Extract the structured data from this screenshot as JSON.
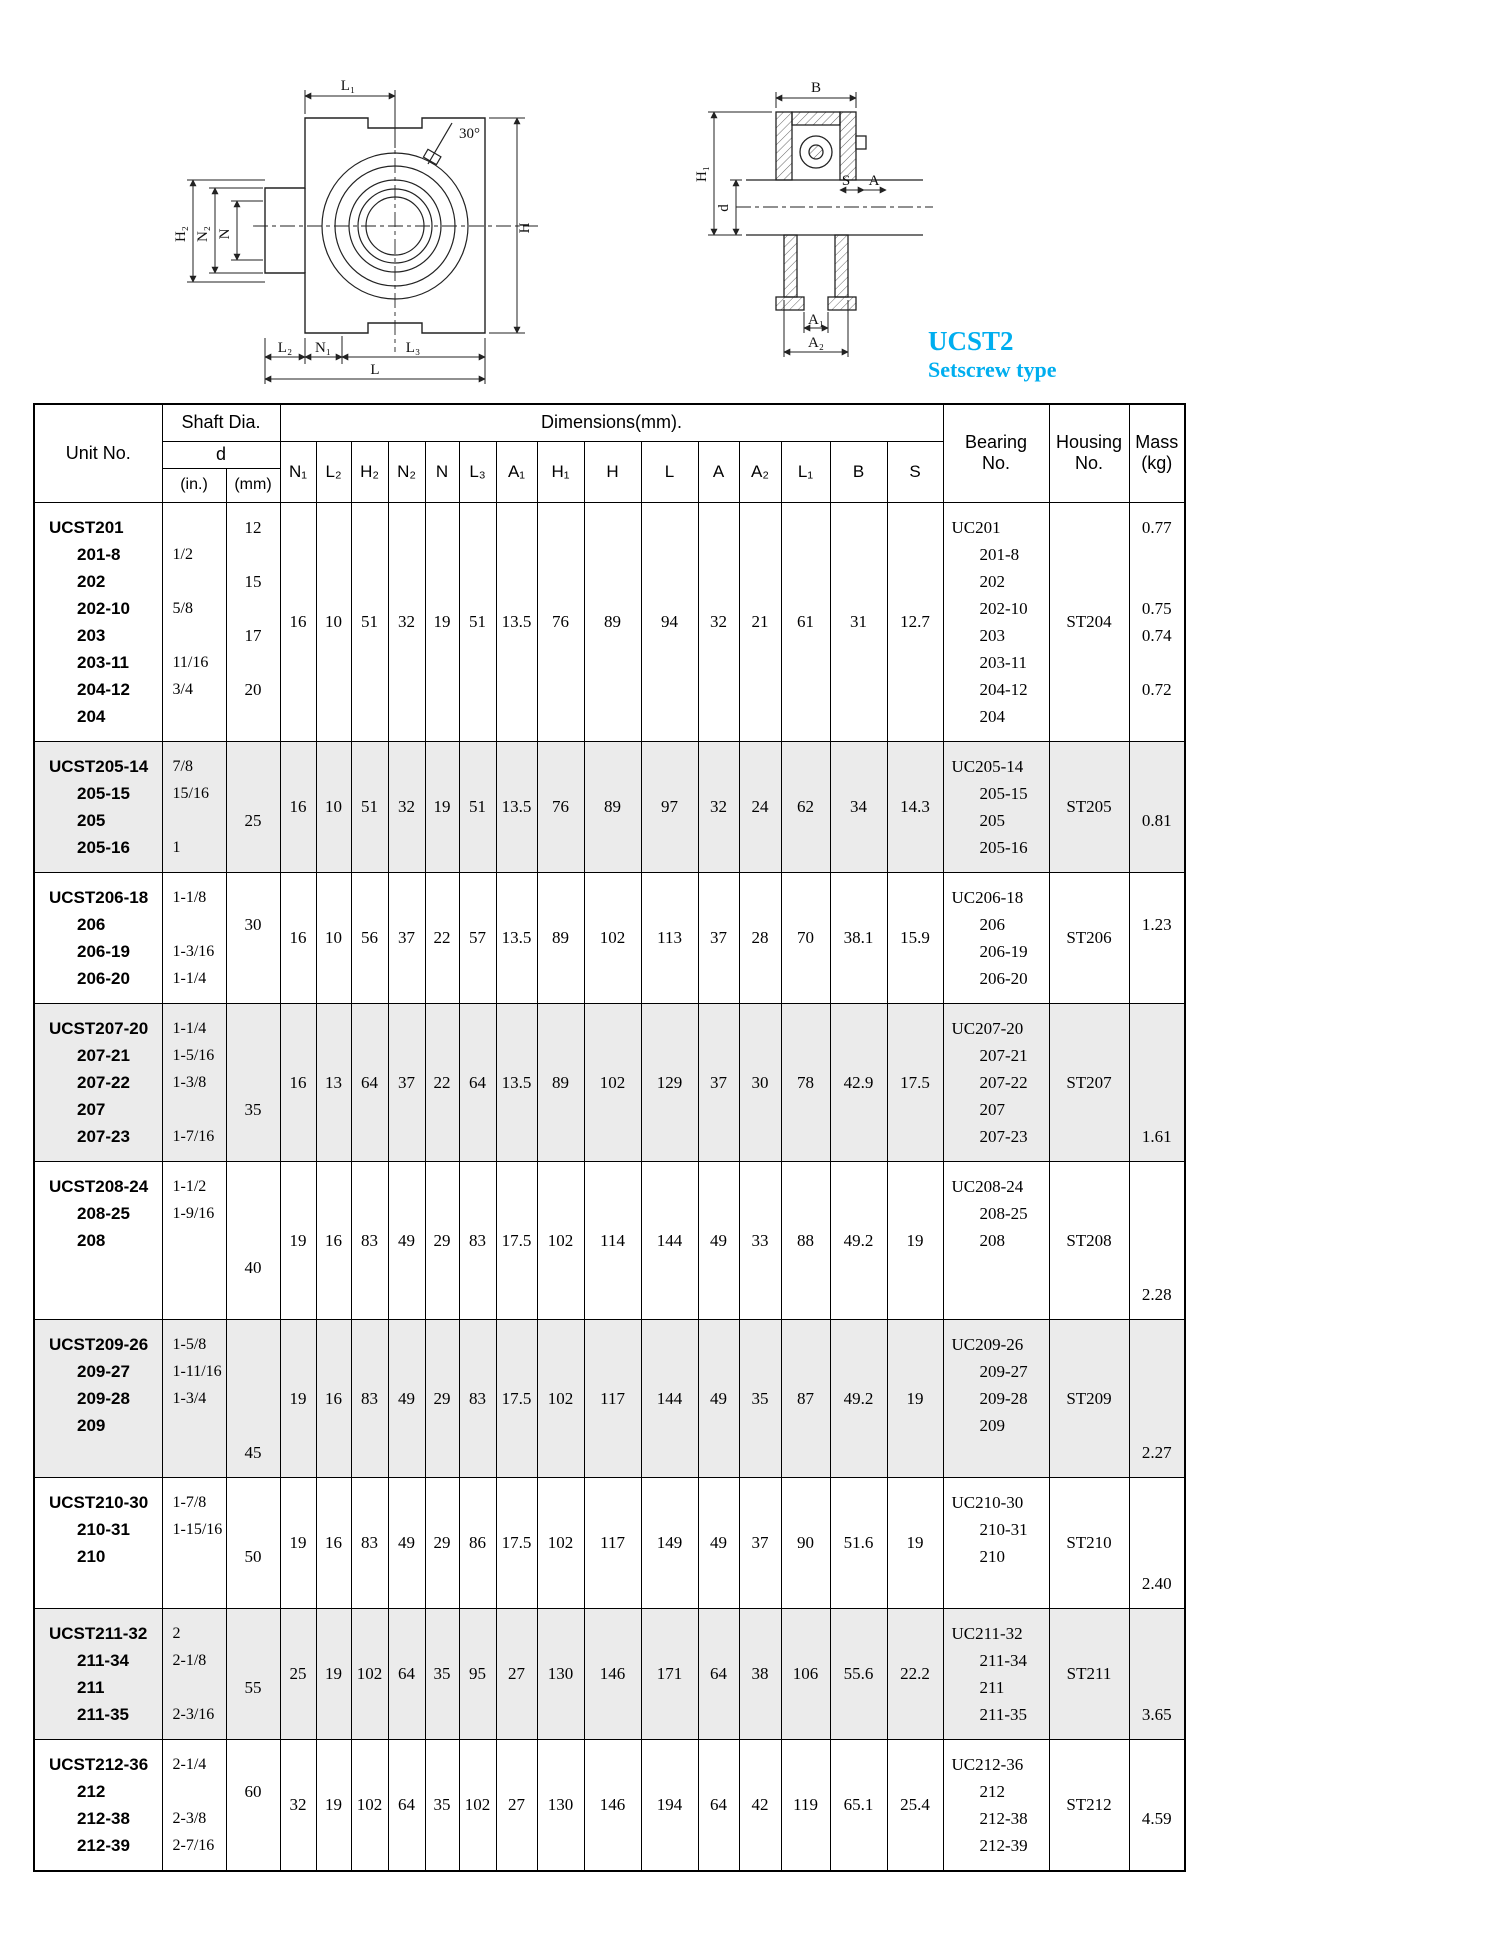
{
  "caption": {
    "title": "UCST2",
    "subtitle": "Setscrew type",
    "color": "#00AEEF"
  },
  "drawings": {
    "front": {
      "L1": "L₁",
      "H2": "H₂",
      "N2": "N₂",
      "N": "N",
      "H": "H",
      "angle": "30°",
      "L2": "L₂",
      "N1": "N₁",
      "L3": "L₃",
      "L": "L"
    },
    "side": {
      "B": "B",
      "H1": "H₁",
      "d": "d",
      "S": "S",
      "A": "A",
      "A1": "A₁",
      "A2": "A₂"
    }
  },
  "table": {
    "headers": {
      "unit_no": "Unit No.",
      "shaft_dia": "Shaft Dia.",
      "d": "d",
      "d_in": "(in.)",
      "d_mm": "(mm)",
      "dimensions": "Dimensions(mm).",
      "dim_cols": [
        "N₁",
        "L₂",
        "H₂",
        "N₂",
        "N",
        "L₃",
        "A₁",
        "H₁",
        "H",
        "L",
        "A",
        "A₂",
        "L₁",
        "B",
        "S"
      ],
      "bearing_no": "Bearing\nNo.",
      "housing_no": "Housing\nNo.",
      "mass": "Mass\n(kg)"
    },
    "rows": [
      {
        "unit": "UCST201\n201-8\n202\n202-10\n203\n203-11\n204-12\n204",
        "d_in": "\n1/2\n\n5/8\n\n11/16\n3/4",
        "d_mm": "12\n\n15\n\n17\n\n20",
        "dims": [
          "16",
          "10",
          "51",
          "32",
          "19",
          "51",
          "13.5",
          "76",
          "89",
          "94",
          "32",
          "21",
          "61",
          "31",
          "12.7"
        ],
        "bearing": "UC201\n201-8\n202\n202-10\n203\n203-11\n204-12\n204",
        "housing": "ST204",
        "mass": "0.77\n\n\n0.75\n0.74\n\n0.72"
      },
      {
        "unit": "UCST205-14\n205-15\n205\n205-16",
        "d_in": "7/8\n15/16\n\n1",
        "d_mm": "\n\n25",
        "dims": [
          "16",
          "10",
          "51",
          "32",
          "19",
          "51",
          "13.5",
          "76",
          "89",
          "97",
          "32",
          "24",
          "62",
          "34",
          "14.3"
        ],
        "bearing": "UC205-14\n205-15\n205\n205-16",
        "housing": "ST205",
        "mass": "\n\n0.81"
      },
      {
        "unit": "UCST206-18\n206\n206-19\n206-20",
        "d_in": "1-1/8\n\n1-3/16\n1-1/4",
        "d_mm": "\n30",
        "dims": [
          "16",
          "10",
          "56",
          "37",
          "22",
          "57",
          "13.5",
          "89",
          "102",
          "113",
          "37",
          "28",
          "70",
          "38.1",
          "15.9"
        ],
        "bearing": "UC206-18\n206\n206-19\n206-20",
        "housing": "ST206",
        "mass": "\n1.23"
      },
      {
        "unit": "UCST207-20\n207-21\n207-22\n207\n207-23",
        "d_in": "1-1/4\n1-5/16\n1-3/8\n\n1-7/16",
        "d_mm": "\n\n\n35",
        "dims": [
          "16",
          "13",
          "64",
          "37",
          "22",
          "64",
          "13.5",
          "89",
          "102",
          "129",
          "37",
          "30",
          "78",
          "42.9",
          "17.5"
        ],
        "bearing": "UC207-20\n207-21\n207-22\n207\n207-23",
        "housing": "ST207",
        "mass": "\n\n\n\n1.61"
      },
      {
        "unit": "UCST208-24\n208-25\n208",
        "d_in": "1-1/2\n1-9/16",
        "d_mm": "\n\n\n40",
        "dims": [
          "19",
          "16",
          "83",
          "49",
          "29",
          "83",
          "17.5",
          "102",
          "114",
          "144",
          "49",
          "33",
          "88",
          "49.2",
          "19"
        ],
        "bearing": "UC208-24\n208-25\n208",
        "housing": "ST208",
        "mass": "\n\n\n\n2.28"
      },
      {
        "unit": "UCST209-26\n209-27\n209-28\n209",
        "d_in": "1-5/8\n1-11/16\n1-3/4",
        "d_mm": "\n\n\n\n45",
        "dims": [
          "19",
          "16",
          "83",
          "49",
          "29",
          "83",
          "17.5",
          "102",
          "117",
          "144",
          "49",
          "35",
          "87",
          "49.2",
          "19"
        ],
        "bearing": "UC209-26\n209-27\n209-28\n209",
        "housing": "ST209",
        "mass": "\n\n\n\n2.27"
      },
      {
        "unit": "UCST210-30\n210-31\n210",
        "d_in": "1-7/8\n1-15/16",
        "d_mm": "\n\n50",
        "dims": [
          "19",
          "16",
          "83",
          "49",
          "29",
          "86",
          "17.5",
          "102",
          "117",
          "149",
          "49",
          "37",
          "90",
          "51.6",
          "19"
        ],
        "bearing": "UC210-30\n210-31\n210",
        "housing": "ST210",
        "mass": "\n\n\n2.40"
      },
      {
        "unit": "UCST211-32\n211-34\n211\n211-35",
        "d_in": "2\n2-1/8\n\n2-3/16",
        "d_mm": "\n\n55",
        "dims": [
          "25",
          "19",
          "102",
          "64",
          "35",
          "95",
          "27",
          "130",
          "146",
          "171",
          "64",
          "38",
          "106",
          "55.6",
          "22.2"
        ],
        "bearing": "UC211-32\n211-34\n211\n211-35",
        "housing": "ST211",
        "mass": "\n\n\n3.65"
      },
      {
        "unit": "UCST212-36\n212\n212-38\n212-39",
        "d_in": "2-1/4\n\n2-3/8\n2-7/16",
        "d_mm": "\n60",
        "dims": [
          "32",
          "19",
          "102",
          "64",
          "35",
          "102",
          "27",
          "130",
          "146",
          "194",
          "64",
          "42",
          "119",
          "65.1",
          "25.4"
        ],
        "bearing": "UC212-36\n212\n212-38\n212-39",
        "housing": "ST212",
        "mass": "\n\n4.59"
      }
    ]
  }
}
